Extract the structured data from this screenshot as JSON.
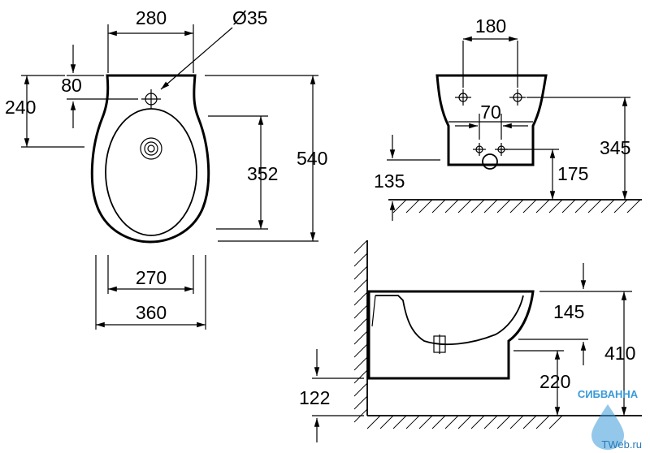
{
  "dimensions": {
    "top_view": {
      "width_top": "280",
      "tap_hole": "Ø35",
      "tap_offset": "80",
      "upper_depth": "240",
      "bowl_length": "352",
      "total_length": "540",
      "inner_width": "270",
      "outer_width": "360"
    },
    "front_view": {
      "fixing_spacing": "180",
      "pipe_spacing": "70",
      "fixing_height": "345",
      "outlet_height_left": "135",
      "outlet_height_right": "175"
    },
    "side_view": {
      "rim_to_base": "145",
      "total_height": "410",
      "base_clearance": "220",
      "floor_gap": "122"
    }
  },
  "watermark": {
    "brand": "СИБВАННА",
    "site": "TWeb.ru"
  },
  "colors": {
    "line": "#000000",
    "watermark_blue": "#3a9ad9"
  }
}
